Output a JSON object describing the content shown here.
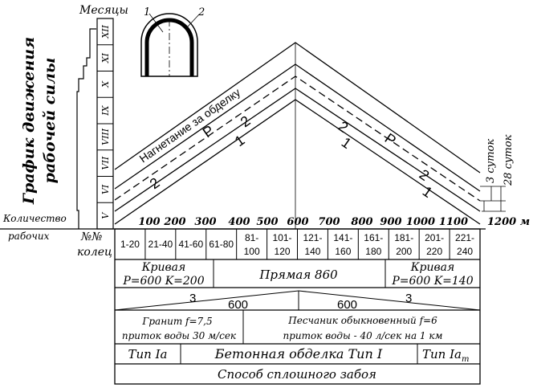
{
  "vertical_title": {
    "line1": "График движения",
    "line2": "рабочей силы"
  },
  "months": {
    "header": "Месяцы",
    "list": [
      "XII",
      "XI",
      "X",
      "IX",
      "VIII",
      "VII",
      "VI",
      "V"
    ]
  },
  "labels": {
    "count_line1": "Количество",
    "count_line2": "рабочих",
    "ring_line1": "№№",
    "ring_line2": "колец",
    "callout_1": "1",
    "callout_2": "2"
  },
  "chainage": [
    "100",
    "200",
    "300",
    "400",
    "500",
    "600",
    "700",
    "800",
    "900",
    "1000",
    "1100",
    "1200 м"
  ],
  "rings": [
    {
      "top": "1-20",
      "bottom": ""
    },
    {
      "top": "21-40",
      "bottom": ""
    },
    {
      "top": "41-60",
      "bottom": ""
    },
    {
      "top": "61-80",
      "bottom": ""
    },
    {
      "top": "81-",
      "bottom": "100"
    },
    {
      "top": "101-",
      "bottom": "120"
    },
    {
      "top": "121-",
      "bottom": "140"
    },
    {
      "top": "141-",
      "bottom": "160"
    },
    {
      "top": "161-",
      "bottom": "180"
    },
    {
      "top": "181-",
      "bottom": "200"
    },
    {
      "top": "201-",
      "bottom": "220"
    },
    {
      "top": "221-",
      "bottom": "240"
    }
  ],
  "plan": {
    "left_curve": {
      "line1": "Кривая",
      "line2": "P=600 K=200"
    },
    "straight": "Прямая 860",
    "right_curve": {
      "line1": "Кривая",
      "line2": "P=600 K=140"
    }
  },
  "profile": {
    "slope_left": "3",
    "len_left": "600",
    "len_right": "600",
    "slope_right": "3"
  },
  "geology": {
    "left_line1": "Гранит f=7,5",
    "left_line2": "приток воды 30 м/сек",
    "right_line1": "Песчаник обыкновенный f=6",
    "right_line2": "приток воды - 40 л/сек на 1 км"
  },
  "lining": {
    "left": "Тип Iа",
    "center": "Бетонная обделка Тип I",
    "right": "Тип Iа",
    "right_sub": "т"
  },
  "method": "Способ сплошного забоя",
  "graph_labels": {
    "injection": "Нагнетание за обделку",
    "l_P": "Р",
    "l_2a": "2",
    "l_1a": "1",
    "l_2b": "2",
    "r_2a": "2",
    "r_1a": "1",
    "r_P": "Р",
    "r_2b": "2",
    "r_1b": "1"
  },
  "time_marks": {
    "small": "3 суток",
    "large": "28 суток"
  }
}
